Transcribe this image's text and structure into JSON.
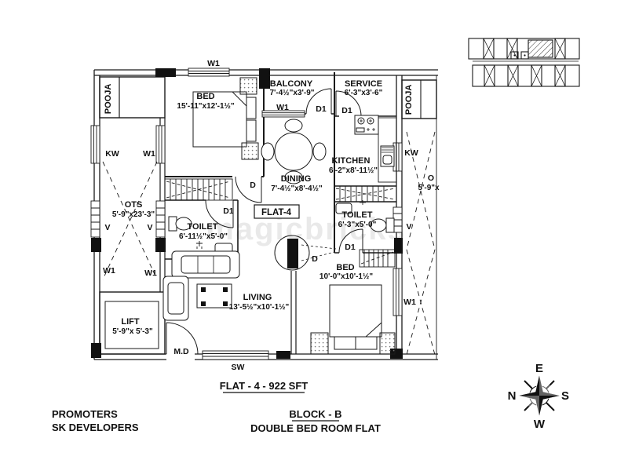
{
  "watermark": "magicbricks",
  "labels": {
    "w1": "W1",
    "kw": "KW",
    "v": "V",
    "d": "D",
    "d1": "D1",
    "md": "M.D",
    "sw": "SW",
    "flat_tag": "FLAT-4",
    "ots_right_name": "O",
    "ots_right_dim": "5'-9\"x"
  },
  "rooms": {
    "pooja_left": {
      "name": "POOJA"
    },
    "pooja_right": {
      "name": "POOJA"
    },
    "bed1": {
      "name": "BED",
      "dim": "15'-11\"x12'-1½\""
    },
    "balcony": {
      "name": "BALCONY",
      "dim": "7'-4½\"x3'-9\""
    },
    "service": {
      "name": "SERVICE",
      "dim": "6'-3\"x3'-6\""
    },
    "kitchen": {
      "name": "KITCHEN",
      "dim": "6'-2\"x8'-11½\""
    },
    "dining": {
      "name": "DINING",
      "dim": "7'-4½\"x8'-4½\""
    },
    "ots": {
      "name": "OTS",
      "dim": "5'-9\"x23'-3\""
    },
    "toilet1": {
      "name": "TOILET",
      "dim": "6'-11½\"x5'-0\""
    },
    "toilet2": {
      "name": "TOILET",
      "dim": "6'-3\"x5'-0\""
    },
    "bed2": {
      "name": "BED",
      "dim": "10'-0\"x10'-1½\""
    },
    "living": {
      "name": "LIVING",
      "dim": "13'-5½\"x10'-1½\""
    },
    "lift": {
      "name": "LIFT",
      "dim": "5'-9\"x 5'-3\""
    }
  },
  "title_block": {
    "flat_title": "FLAT - 4 - 922 SFT",
    "promoters_label": "PROMOTERS",
    "promoters_name": "SK DEVELOPERS",
    "block_title": "BLOCK - B",
    "block_subtitle": "DOUBLE BED ROOM FLAT"
  },
  "compass": {
    "top": "E",
    "right": "S",
    "bottom": "W",
    "left": "N"
  }
}
